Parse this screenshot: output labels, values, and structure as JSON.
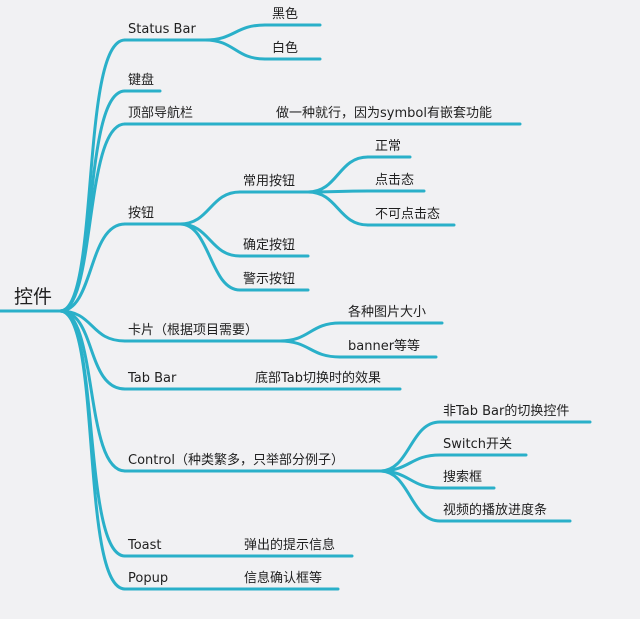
{
  "line_color": "#2ab0c9",
  "root": {
    "label": "控件"
  },
  "branches": [
    {
      "label": "Status Bar",
      "children": [
        {
          "label": "黑色"
        },
        {
          "label": "白色"
        }
      ]
    },
    {
      "label": "键盘"
    },
    {
      "label": "顶部导航栏",
      "children": [
        {
          "label": "做一种就行，因为symbol有嵌套功能"
        }
      ]
    },
    {
      "label": "按钮",
      "children": [
        {
          "label": "常用按钮",
          "children": [
            {
              "label": "正常"
            },
            {
              "label": "点击态"
            },
            {
              "label": "不可点击态"
            }
          ]
        },
        {
          "label": "确定按钮"
        },
        {
          "label": "警示按钮"
        }
      ]
    },
    {
      "label": "卡片（根据项目需要）",
      "children": [
        {
          "label": "各种图片大小"
        },
        {
          "label": "banner等等"
        }
      ]
    },
    {
      "label": "Tab Bar",
      "children": [
        {
          "label": "底部Tab切换时的效果"
        }
      ]
    },
    {
      "label": "Control（种类繁多，只举部分例子）",
      "children": [
        {
          "label": "非Tab Bar的切换控件"
        },
        {
          "label": "Switch开关"
        },
        {
          "label": "搜索框"
        },
        {
          "label": "视频的播放进度条"
        }
      ]
    },
    {
      "label": "Toast",
      "children": [
        {
          "label": "弹出的提示信息"
        }
      ]
    },
    {
      "label": "Popup",
      "children": [
        {
          "label": "信息确认框等"
        }
      ]
    }
  ]
}
